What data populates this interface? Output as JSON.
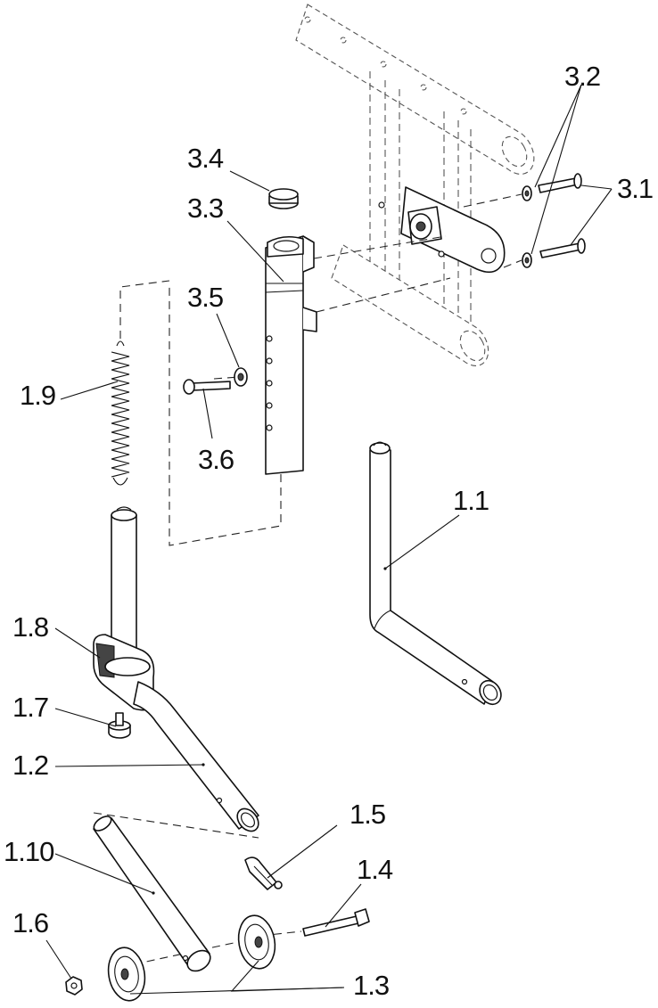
{
  "labels": {
    "l_1_1": "1.1",
    "l_1_2": "1.2",
    "l_1_3": "1.3",
    "l_1_4": "1.4",
    "l_1_5": "1.5",
    "l_1_6": "1.6",
    "l_1_7": "1.7",
    "l_1_8": "1.8",
    "l_1_9": "1.9",
    "l_1_10": "1.10",
    "l_3_1": "3.1",
    "l_3_2": "3.2",
    "l_3_3": "3.3",
    "l_3_4": "3.4",
    "l_3_5": "3.5",
    "l_3_6": "3.6"
  },
  "colors": {
    "ink": "#111111",
    "ghost": "#555555",
    "paper": "#ffffff"
  }
}
